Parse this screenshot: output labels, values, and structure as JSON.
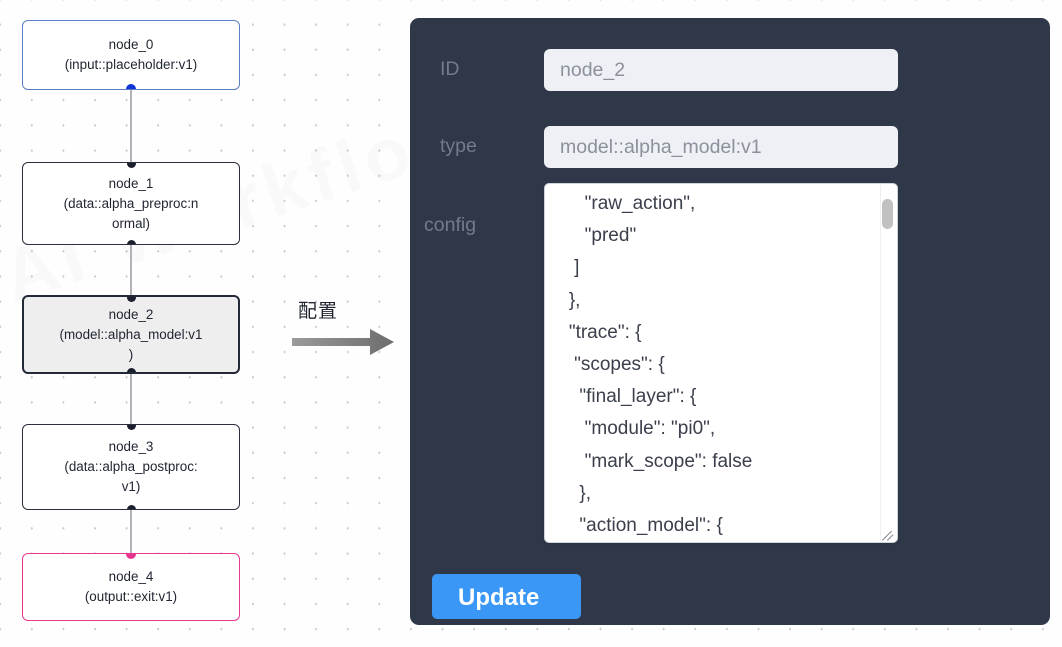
{
  "canvas": {
    "watermark_text": "AI Workflow",
    "grid": "dot-grid"
  },
  "graph": {
    "nodes": [
      {
        "id": "node_0",
        "title": "node_0",
        "subtitle": "(input::placeholder:v1)",
        "kind": "input",
        "selected": false,
        "border_color": "#5b7fc4",
        "fill": "#ffffff"
      },
      {
        "id": "node_1",
        "title": "node_1",
        "subtitle": "(data::alpha_preproc:n\normal)",
        "kind": "default",
        "selected": false,
        "border_color": "#2b2f3d",
        "fill": "#ffffff"
      },
      {
        "id": "node_2",
        "title": "node_2",
        "subtitle": "(model::alpha_model:v1\n)",
        "kind": "model",
        "selected": true,
        "border_color": "#242937",
        "fill": "#eeeeee"
      },
      {
        "id": "node_3",
        "title": "node_3",
        "subtitle": "(data::alpha_postproc:\nv1)",
        "kind": "default",
        "selected": false,
        "border_color": "#2b2f3d",
        "fill": "#ffffff"
      },
      {
        "id": "node_4",
        "title": "node_4",
        "subtitle": "(output::exit:v1)",
        "kind": "output",
        "selected": false,
        "border_color": "#e8368f",
        "fill": "#ffffff"
      }
    ],
    "edges": [
      {
        "from": "node_0",
        "to": "node_1"
      },
      {
        "from": "node_1",
        "to": "node_2"
      },
      {
        "from": "node_2",
        "to": "node_3"
      },
      {
        "from": "node_3",
        "to": "node_4"
      }
    ]
  },
  "transition": {
    "label": "配置",
    "arrow": "right-arrow",
    "arrow_color": "#7a7a7a"
  },
  "inspector": {
    "background": "#2f3849",
    "fields": {
      "id": {
        "label": "ID",
        "value": "node_2",
        "placeholder": "node_2"
      },
      "type": {
        "label": "type",
        "value": "model::alpha_model:v1",
        "placeholder": "model::alpha_model:v1"
      },
      "config": {
        "label": "config",
        "value": "      \"raw_action\",\n      \"pred\"\n    ]\n   },\n   \"trace\": {\n    \"scopes\": {\n     \"final_layer\": {\n      \"module\": \"pi0\",\n      \"mark_scope\": false\n     },\n     \"action_model\": {",
        "scrollbar": {
          "thumb_position": "near-top"
        },
        "resize_handle": true
      }
    },
    "update_button": {
      "label": "Update",
      "color": "#3b97f5",
      "text_color": "#ffffff"
    }
  }
}
